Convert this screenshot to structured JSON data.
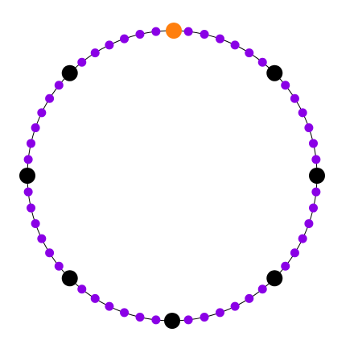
{
  "colors": {
    "background": "#ffffff",
    "ring_line": "#000000",
    "small_bead": "#8a00e6",
    "large_bead": "#000000",
    "marker_bead": "#ff7f0e"
  },
  "ring": {
    "small_bead_count": 56,
    "large_bead_positions_deg": [
      0,
      45,
      90,
      135,
      180,
      225,
      270,
      315
    ],
    "marker_bead_position_deg": 90
  }
}
